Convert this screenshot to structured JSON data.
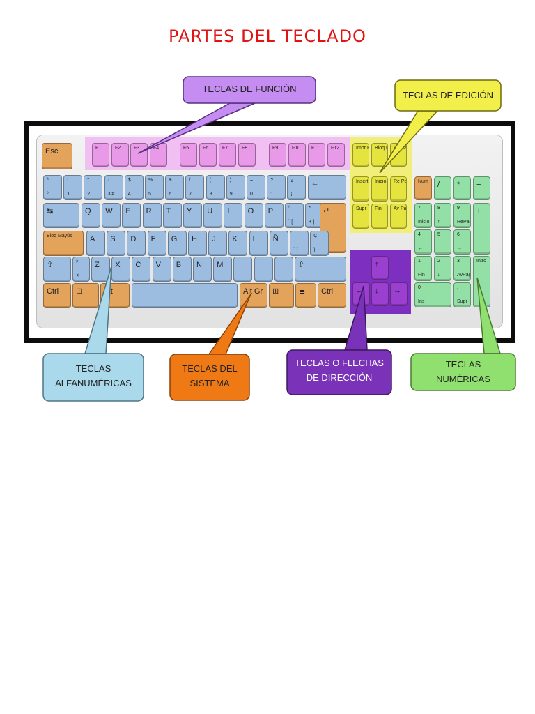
{
  "title": "PARTES DEL TECLADO",
  "colors": {
    "title": "#e11414",
    "function": "#e89ae8",
    "function_zone": "#f1bff1",
    "edition": "#e5e33e",
    "edition_zone": "#f1ef7a",
    "alpha": "#9dbde0",
    "system": "#e4a35a",
    "arrows": "#9a3fd0",
    "arrows_zone": "#7d2fc0",
    "numeric": "#93e0a6",
    "numeric_callout": "#90e070"
  },
  "callouts": [
    {
      "id": "funcion",
      "lines": [
        "TECLAS DE FUNCIÓN"
      ],
      "fill": "#c58cf2",
      "stroke": "#553080"
    },
    {
      "id": "edicion",
      "lines": [
        "TECLAS DE EDICIÓN"
      ],
      "fill": "#f2ef4b",
      "stroke": "#6d6a10"
    },
    {
      "id": "alfanumericas",
      "lines": [
        "TECLAS",
        "ALFANUMÉRICAS"
      ],
      "fill": "#a9d9ea",
      "stroke": "#4d7585"
    },
    {
      "id": "sistema",
      "lines": [
        "TECLAS DEL",
        "SISTEMA"
      ],
      "fill": "#ef7a15",
      "stroke": "#8a4008"
    },
    {
      "id": "direccion",
      "lines": [
        "TECLAS O FLECHAS",
        "DE DIRECCIÓN"
      ],
      "fill": "#7a33b8",
      "stroke": "#3e185e",
      "text_color": "#ffffff"
    },
    {
      "id": "numericas",
      "lines": [
        "TECLAS",
        "NUMÉRICAS"
      ],
      "fill": "#90e070",
      "stroke": "#4a7a30"
    }
  ],
  "keys": {
    "esc": "Esc",
    "function_row": [
      "F1",
      "F2",
      "F3",
      "F4",
      "F5",
      "F6",
      "F7",
      "F8",
      "F9",
      "F10",
      "F11",
      "F12"
    ],
    "print": "Impr Pant",
    "scroll": "Bloq Despl",
    "pause": "Pausa",
    "number_row": [
      {
        "top": "ª",
        "bottom": "º"
      },
      {
        "top": "!",
        "bottom": "1"
      },
      {
        "top": "\"",
        "bottom": "2"
      },
      {
        "top": "·",
        "bottom": "3 #"
      },
      {
        "top": "$",
        "bottom": "4"
      },
      {
        "top": "%",
        "bottom": "5"
      },
      {
        "top": "&",
        "bottom": "6"
      },
      {
        "top": "/",
        "bottom": "7"
      },
      {
        "top": "(",
        "bottom": "8"
      },
      {
        "top": ")",
        "bottom": "9"
      },
      {
        "top": "=",
        "bottom": "0"
      },
      {
        "top": "?",
        "bottom": "'"
      },
      {
        "top": "¿",
        "bottom": "¡"
      }
    ],
    "backspace": "←",
    "tab": "↹",
    "row_q": [
      "Q",
      "W",
      "E",
      "R",
      "T",
      "Y",
      "U",
      "I",
      "O",
      "P"
    ],
    "row_q_extra": [
      {
        "top": "^",
        "bottom": "` ["
      },
      {
        "top": "*",
        "bottom": "+ ]"
      }
    ],
    "enter": "↵",
    "caps": "Bloq Mayús",
    "row_a": [
      "A",
      "S",
      "D",
      "F",
      "G",
      "H",
      "J",
      "K",
      "L",
      "Ñ"
    ],
    "row_a_extra": [
      {
        "top": "¨",
        "bottom": "´ {"
      },
      {
        "top": "Ç",
        "bottom": "}"
      }
    ],
    "shift": "⇧",
    "lt": {
      "top": ">",
      "bottom": "<"
    },
    "row_z": [
      "Z",
      "X",
      "C",
      "V",
      "B",
      "N",
      "M"
    ],
    "row_z_extra": [
      {
        "top": ";",
        "bottom": ","
      },
      {
        "top": ":",
        "bottom": "."
      },
      {
        "top": "_",
        "bottom": "-"
      }
    ],
    "ctrl": "Ctrl",
    "win": "⊞",
    "alt": "Alt",
    "altgr": "Alt Gr",
    "menu": "≣",
    "insert": "Insert",
    "home": "Inicio",
    "pgup": "Re Pag",
    "delete": "Supr",
    "end": "Fin",
    "pgdn": "Av Pag",
    "arrows": [
      "↑",
      "←",
      "↓",
      "→"
    ],
    "num": {
      "numlock": "Num",
      "div": "/",
      "mul": "*",
      "minus": "−",
      "plus": "+",
      "intro": "Intro",
      "k7": {
        "top": "7",
        "bottom": "Inicio"
      },
      "k8": {
        "top": "8",
        "bottom": "↑"
      },
      "k9": {
        "top": "9",
        "bottom": "RePag"
      },
      "k4": {
        "top": "4",
        "bottom": "←"
      },
      "k5": {
        "top": "5",
        "bottom": ""
      },
      "k6": {
        "top": "6",
        "bottom": "→"
      },
      "k1": {
        "top": "1",
        "bottom": "Fin"
      },
      "k2": {
        "top": "2",
        "bottom": "↓"
      },
      "k3": {
        "top": "3",
        "bottom": "AvPag"
      },
      "k0": {
        "top": "0",
        "bottom": "Ins"
      },
      "kdot": {
        "top": ".",
        "bottom": "Supr"
      }
    }
  }
}
